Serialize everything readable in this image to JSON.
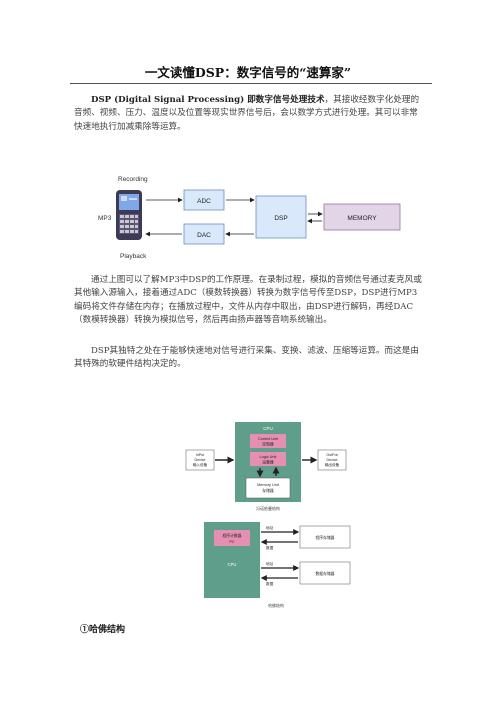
{
  "title": "一文读懂DSP：数字信号的“速算家”",
  "intro": {
    "lead_bold": "DSP (Digital Signal Processing) 即数字信号处理技术",
    "rest": "，其接收经数字化处理的音频、视频、压力、温度以及位置等现实世界信号后，会以数学方式进行处理。其可以非常快速地执行加减乘除等运算。"
  },
  "diagram1": {
    "recording": "Recording",
    "playback": "Playback",
    "mp3": "MP3",
    "adc": "ADC",
    "dac": "DAC",
    "dsp": "DSP",
    "memory": "MEMORY"
  },
  "para2": "通过上图可以了解MP3中DSP的工作原理。在录制过程，模拟的音频信号通过麦克风或其他输入源输入，接着通过ADC（模数转换器）转换为数字信号传至DSP，DSP进行MP3编码将文件存储在内存；在播放过程中，文件从内存中取出，由DSP进行解码，再经DAC（数模转换器）转换为模拟信号，然后再由扬声器等音响系统输出。",
  "para3": "DSP其独特之处在于能够快速地对信号进行采集、变换、滤波、压缩等运算。而这是由其特殊的软硬件结构决定的。",
  "diagram2": {
    "cpu": "CPU",
    "control_unit": "Control Unit",
    "control_unit_cn": "控制器",
    "logic_unit": "Logic Unit",
    "logic_unit_cn": "运算器",
    "memory_unit": "Memory Unit",
    "memory_unit_cn": "存储器",
    "input_device": "InPut\nDevice\n输入设备",
    "output_device": "OutPut\nDevice\n输出设备",
    "caption": "冯诺依曼结构"
  },
  "diagram3": {
    "pc_label": "程序计数器\nPC",
    "cpu": "CPU",
    "addr1": "地址",
    "data1": "数据",
    "addr2": "地址",
    "data2": "数据",
    "prog_mem": "程序存储器",
    "data_mem": "数据存储器",
    "caption": "哈佛结构"
  },
  "section_heading": "①哈佛结构",
  "colors": {
    "light_blue": "#d9e8fb",
    "blue_border": "#6c8ebf",
    "purple": "#e1d5e7",
    "purple_border": "#9673a6",
    "teal": "#5f9e8a",
    "pink": "#e58fb3"
  }
}
